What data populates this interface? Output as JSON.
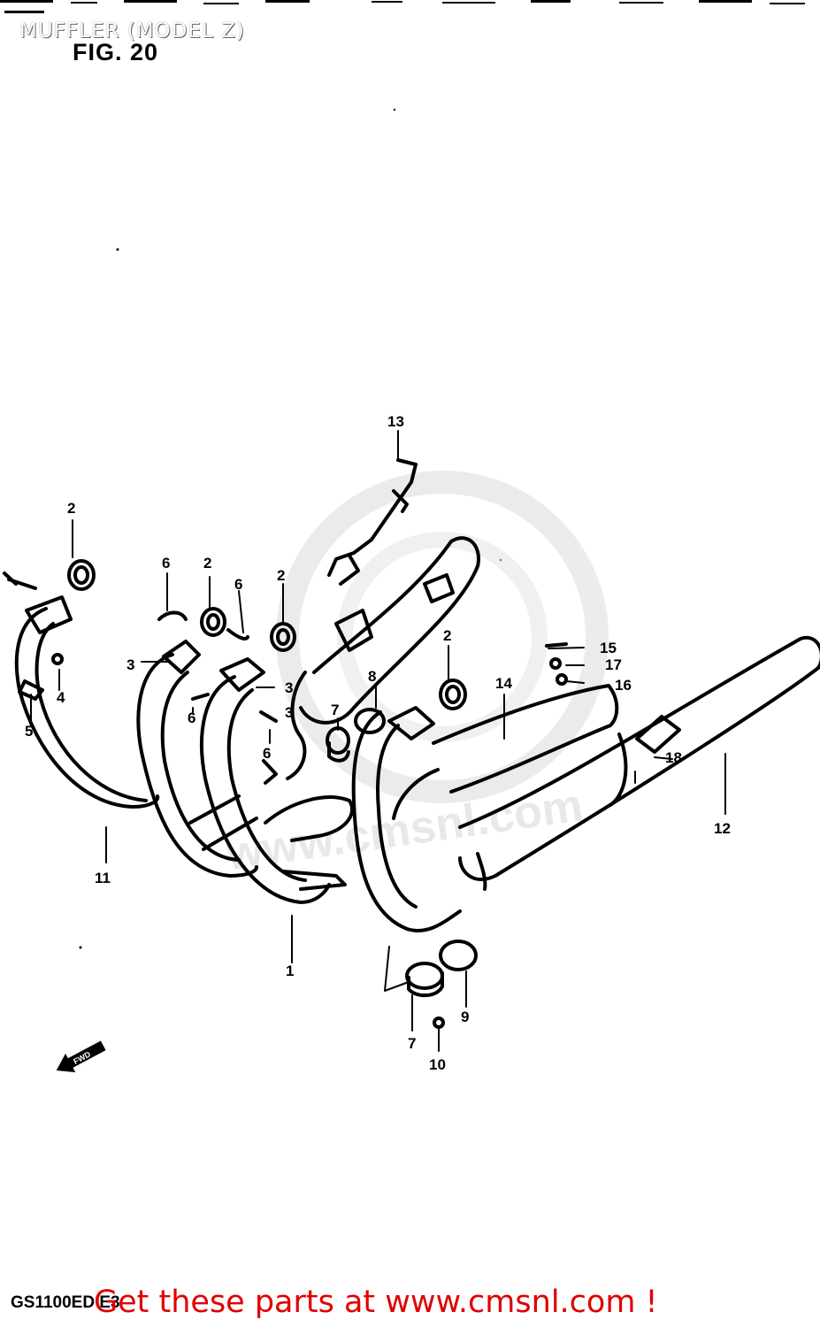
{
  "header": {
    "caption": "MUFFLER (MODEL Z)",
    "figure_title": "FIG. 20"
  },
  "footer": {
    "model_code": "GS1100ED E3",
    "ad_text": "Get these parts at www.cmsnl.com !"
  },
  "watermark": {
    "text": "www.cmsnl.com"
  },
  "callouts": {
    "c1": "1",
    "c2": "2",
    "c3": "3",
    "c4": "4",
    "c5": "5",
    "c6": "6",
    "c7": "7",
    "c8": "8",
    "c9": "9",
    "c10": "10",
    "c11": "11",
    "c12": "12",
    "c13": "13",
    "c14": "14",
    "c15": "15",
    "c16": "16",
    "c17": "17",
    "c18": "18"
  },
  "fwd_arrow_label": "FWD",
  "colors": {
    "line": "#000000",
    "ad": "#e00000",
    "watermark": "#d9d9d9"
  }
}
